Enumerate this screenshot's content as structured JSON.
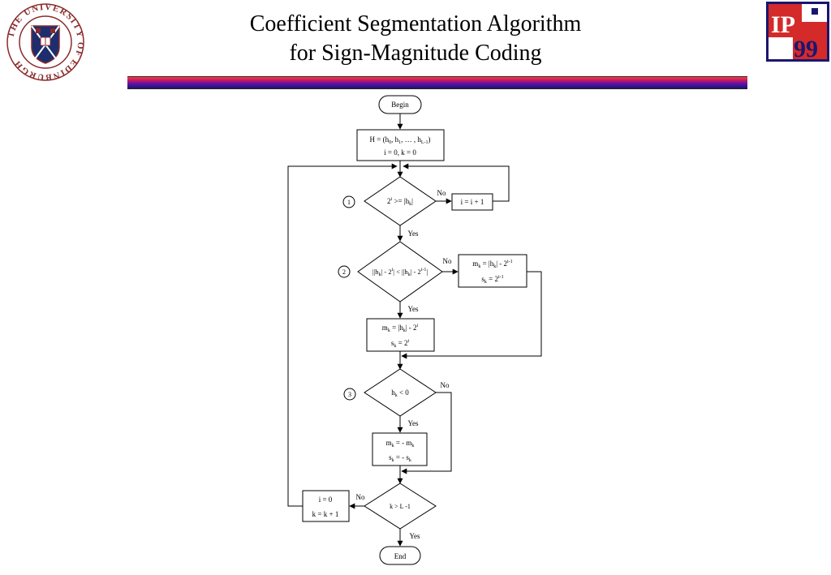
{
  "title": {
    "line1": "Coefficient Segmentation Algorithm",
    "line2": "for Sign-Magnitude Coding"
  },
  "logos": {
    "left": "THE UNIVERSITY OF EDINBURGH",
    "right_top": "IP",
    "right_bottom": "99"
  },
  "flowchart": {
    "begin": "Begin",
    "end": "End",
    "init": {
      "line1": "H = (h",
      "sub0": "0",
      "mid1": ", h",
      "sub1": "1",
      "mid2": ", … , h",
      "subL": "L-1",
      "tail": ")",
      "line2": "i = 0, k = 0"
    },
    "step_labels": [
      "1",
      "2",
      "3"
    ],
    "d1": {
      "base": "2",
      "sup": "i",
      "op": " >= |h",
      "sub": "k",
      "tail": "|"
    },
    "inc_i": "i = i + 1",
    "d2": {
      "p1": "||h",
      "s1": "k",
      "p2": "| - 2",
      "e1": "i",
      "p3": "| < ||h",
      "s2": "k",
      "p4": "| - 2",
      "e2": "i-1",
      "p5": "|"
    },
    "box_no2": {
      "a1": "m",
      "as": "k",
      "a2": " = |h",
      "as2": "k",
      "a3": "| - 2",
      "ae": "i-1",
      "b1": "s",
      "bs": "k",
      "b2": " = 2",
      "be": "i-1"
    },
    "box_yes2": {
      "a1": "m",
      "as": "k",
      "a2": " = |h",
      "as2": "k",
      "a3": "| - 2",
      "ae": "i",
      "b1": "s",
      "bs": "k",
      "b2": " = 2",
      "be": "i"
    },
    "d3": {
      "p1": "h",
      "s1": "k",
      "p2": " < 0"
    },
    "box_neg": {
      "a1": "m",
      "as": "k",
      "a2": " = - m",
      "as2": "k",
      "b1": "s",
      "bs": "k",
      "b2": " = - s",
      "bs2": "k"
    },
    "d4": "k > L -1",
    "reset": {
      "line1": "i = 0",
      "line2": "k = k + 1"
    },
    "yes": "Yes",
    "no": "No"
  }
}
